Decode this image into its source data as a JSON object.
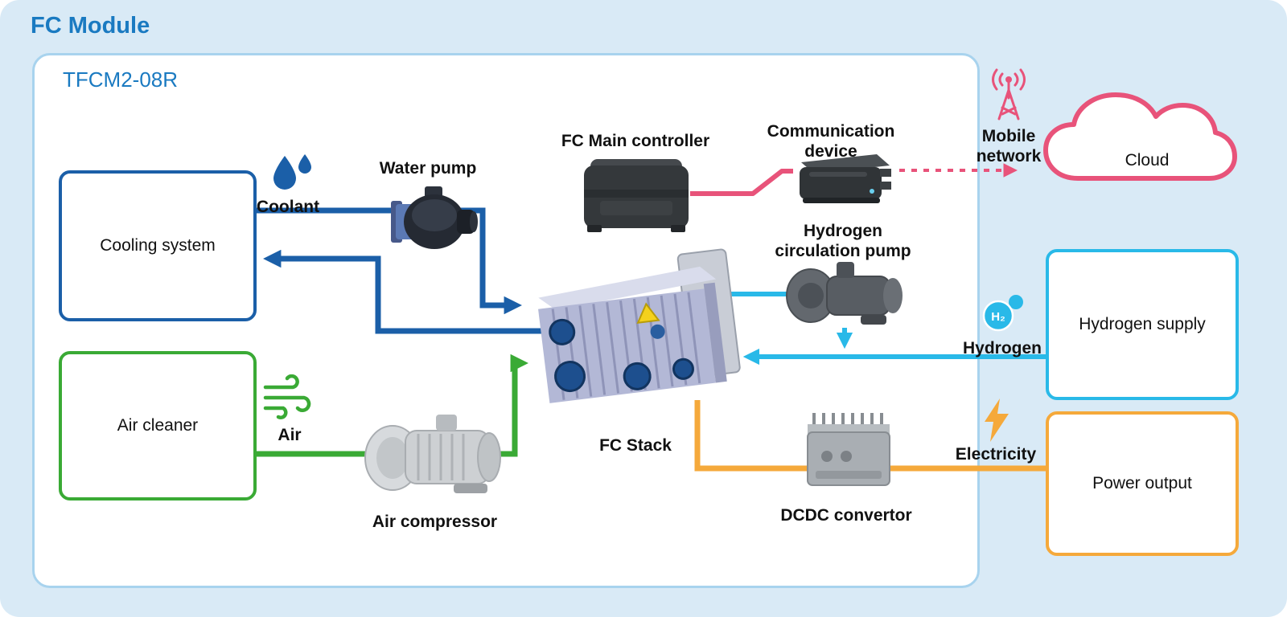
{
  "title": "FC Module",
  "module_label": "TFCM2-08R",
  "boxes": {
    "cooling_system": "Cooling system",
    "air_cleaner": "Air cleaner",
    "hydrogen_supply": "Hydrogen supply",
    "power_output": "Power output",
    "cloud": "Cloud"
  },
  "components": {
    "water_pump": "Water pump",
    "air_compressor": "Air compressor",
    "fc_stack": "FC Stack",
    "fc_main_controller": "FC Main controller",
    "communication_device": "Communication device",
    "hydrogen_circulation_pump": "Hydrogen circulation pump",
    "dcdc_convertor": "DCDC convertor"
  },
  "flows": {
    "coolant": "Coolant",
    "air": "Air",
    "hydrogen": "Hydrogen",
    "hydrogen_badge": "H₂",
    "electricity": "Electricity",
    "mobile_network": "Mobile\nnetwork"
  },
  "colors": {
    "accent_blue": "#1a7ac1",
    "line_blue": "#1b5fa8",
    "line_green": "#3aaa35",
    "line_cyan": "#29b9e8",
    "line_orange": "#f5a93b",
    "line_pink": "#e8537a",
    "card_background": "#d9eaf6"
  }
}
